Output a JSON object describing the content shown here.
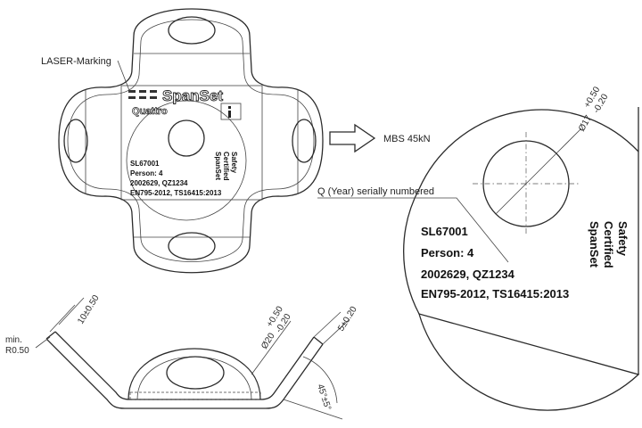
{
  "labels": {
    "laser_marking": "LASER-Marking",
    "mbs": "MBS 45kN",
    "serial_note": "Q (Year) serially numbered",
    "min_radius_1": "min.",
    "min_radius_2": "R0.50"
  },
  "part_marking": {
    "brand": "SpanSet",
    "model": "Quattro",
    "line1": "SL67001",
    "line2": "Person: 4",
    "line3": "2002629, QZ1234",
    "line4": "EN795-2012, TS16415:2013",
    "side1": "SpanSet",
    "side2": "Certified",
    "side3": "Safety"
  },
  "dimensions": {
    "hole_detail": "Ø17",
    "hole_detail_upper": "+0.50",
    "hole_detail_lower": "-0.20",
    "flange": "10±0.50",
    "hole_side": "Ø20",
    "hole_side_upper": "+0.50",
    "hole_side_lower": "-0.20",
    "thickness": "5±0.20",
    "angle": "45°±5°"
  },
  "colors": {
    "line": "#2b2b2b",
    "background": "#ffffff"
  },
  "icons": [
    "info-icon",
    "arrow-right-icon",
    "laser-dashes-icon"
  ]
}
